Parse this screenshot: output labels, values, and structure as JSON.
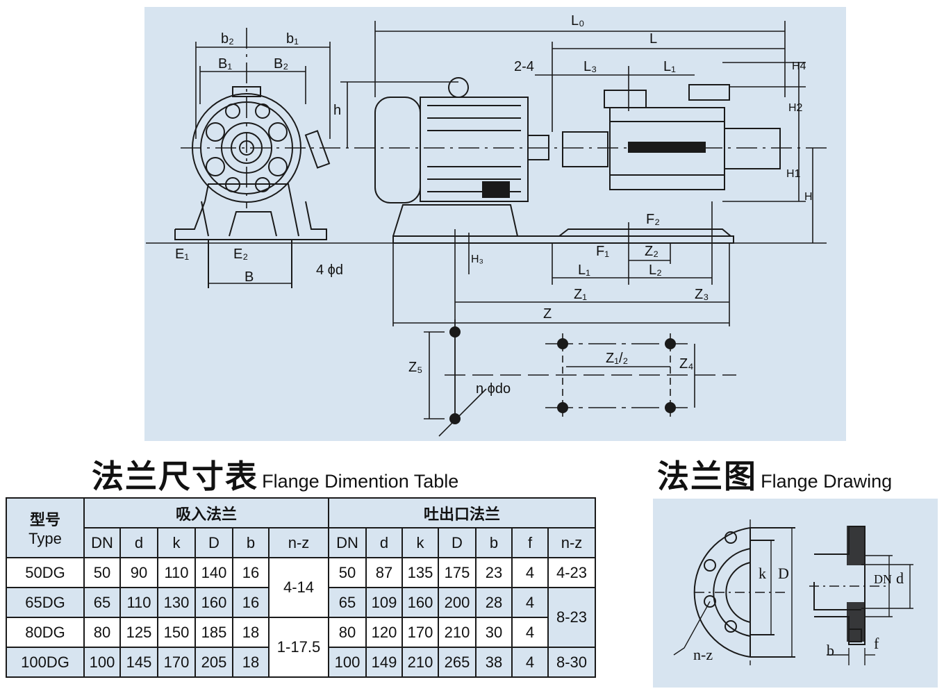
{
  "drawing": {
    "labels": {
      "L0": "L₀",
      "L": "L",
      "b2": "b₂",
      "b1": "b₁",
      "B1": "B₁",
      "B2": "B₂",
      "h": "h",
      "two_four": "2-4",
      "L3": "L₃",
      "L1_top": "L₁",
      "H4": "H4",
      "H2": "H2",
      "H1": "H1",
      "H": "H",
      "F2": "F₂",
      "F1": "F₁",
      "Z2": "Z₂",
      "L1_bottom": "L₁",
      "L2": "L₂",
      "Z1": "Z₁",
      "Z3": "Z₃",
      "Z": "Z",
      "H3": "H₃",
      "E1": "E₁",
      "E2": "E₂",
      "B": "B",
      "four_phi_d": "4  ϕd",
      "Z5": "Z₅",
      "Z4": "Z₄",
      "Z12": "Z₁/₂",
      "n_phi_do": "n  ϕdo"
    }
  },
  "table_title": {
    "cn": "法兰尺寸表",
    "en": "Flange Dimention Table"
  },
  "drawing_title": {
    "cn": "法兰图",
    "en": "Flange Drawing"
  },
  "flange_drawing_labels": {
    "k": "k",
    "D": "D",
    "DN": "DN",
    "d": "d",
    "b": "b",
    "f": "f",
    "nz": "n-z"
  },
  "table": {
    "type_header_cn": "型号",
    "type_header_en": "Type",
    "suction_header": "吸入法兰",
    "discharge_header": "吐出口法兰",
    "suction_cols": [
      "DN",
      "d",
      "k",
      "D",
      "b",
      "n-z"
    ],
    "discharge_cols": [
      "DN",
      "d",
      "k",
      "D",
      "b",
      "f",
      "n-z"
    ],
    "rows": [
      {
        "type": "50DG",
        "s": [
          "50",
          "90",
          "110",
          "140",
          "16"
        ],
        "d": [
          "50",
          "87",
          "135",
          "175",
          "23",
          "4"
        ]
      },
      {
        "type": "65DG",
        "s": [
          "65",
          "110",
          "130",
          "160",
          "16"
        ],
        "d": [
          "65",
          "109",
          "160",
          "200",
          "28",
          "4"
        ]
      },
      {
        "type": "80DG",
        "s": [
          "80",
          "125",
          "150",
          "185",
          "18"
        ],
        "d": [
          "80",
          "120",
          "170",
          "210",
          "30",
          "4"
        ]
      },
      {
        "type": "100DG",
        "s": [
          "100",
          "145",
          "170",
          "205",
          "18"
        ],
        "d": [
          "100",
          "149",
          "210",
          "265",
          "38",
          "4"
        ]
      }
    ],
    "suction_nz": [
      "4-14",
      "1-17.5"
    ],
    "discharge_nz": [
      "4-23",
      "8-23",
      "8-30"
    ]
  }
}
